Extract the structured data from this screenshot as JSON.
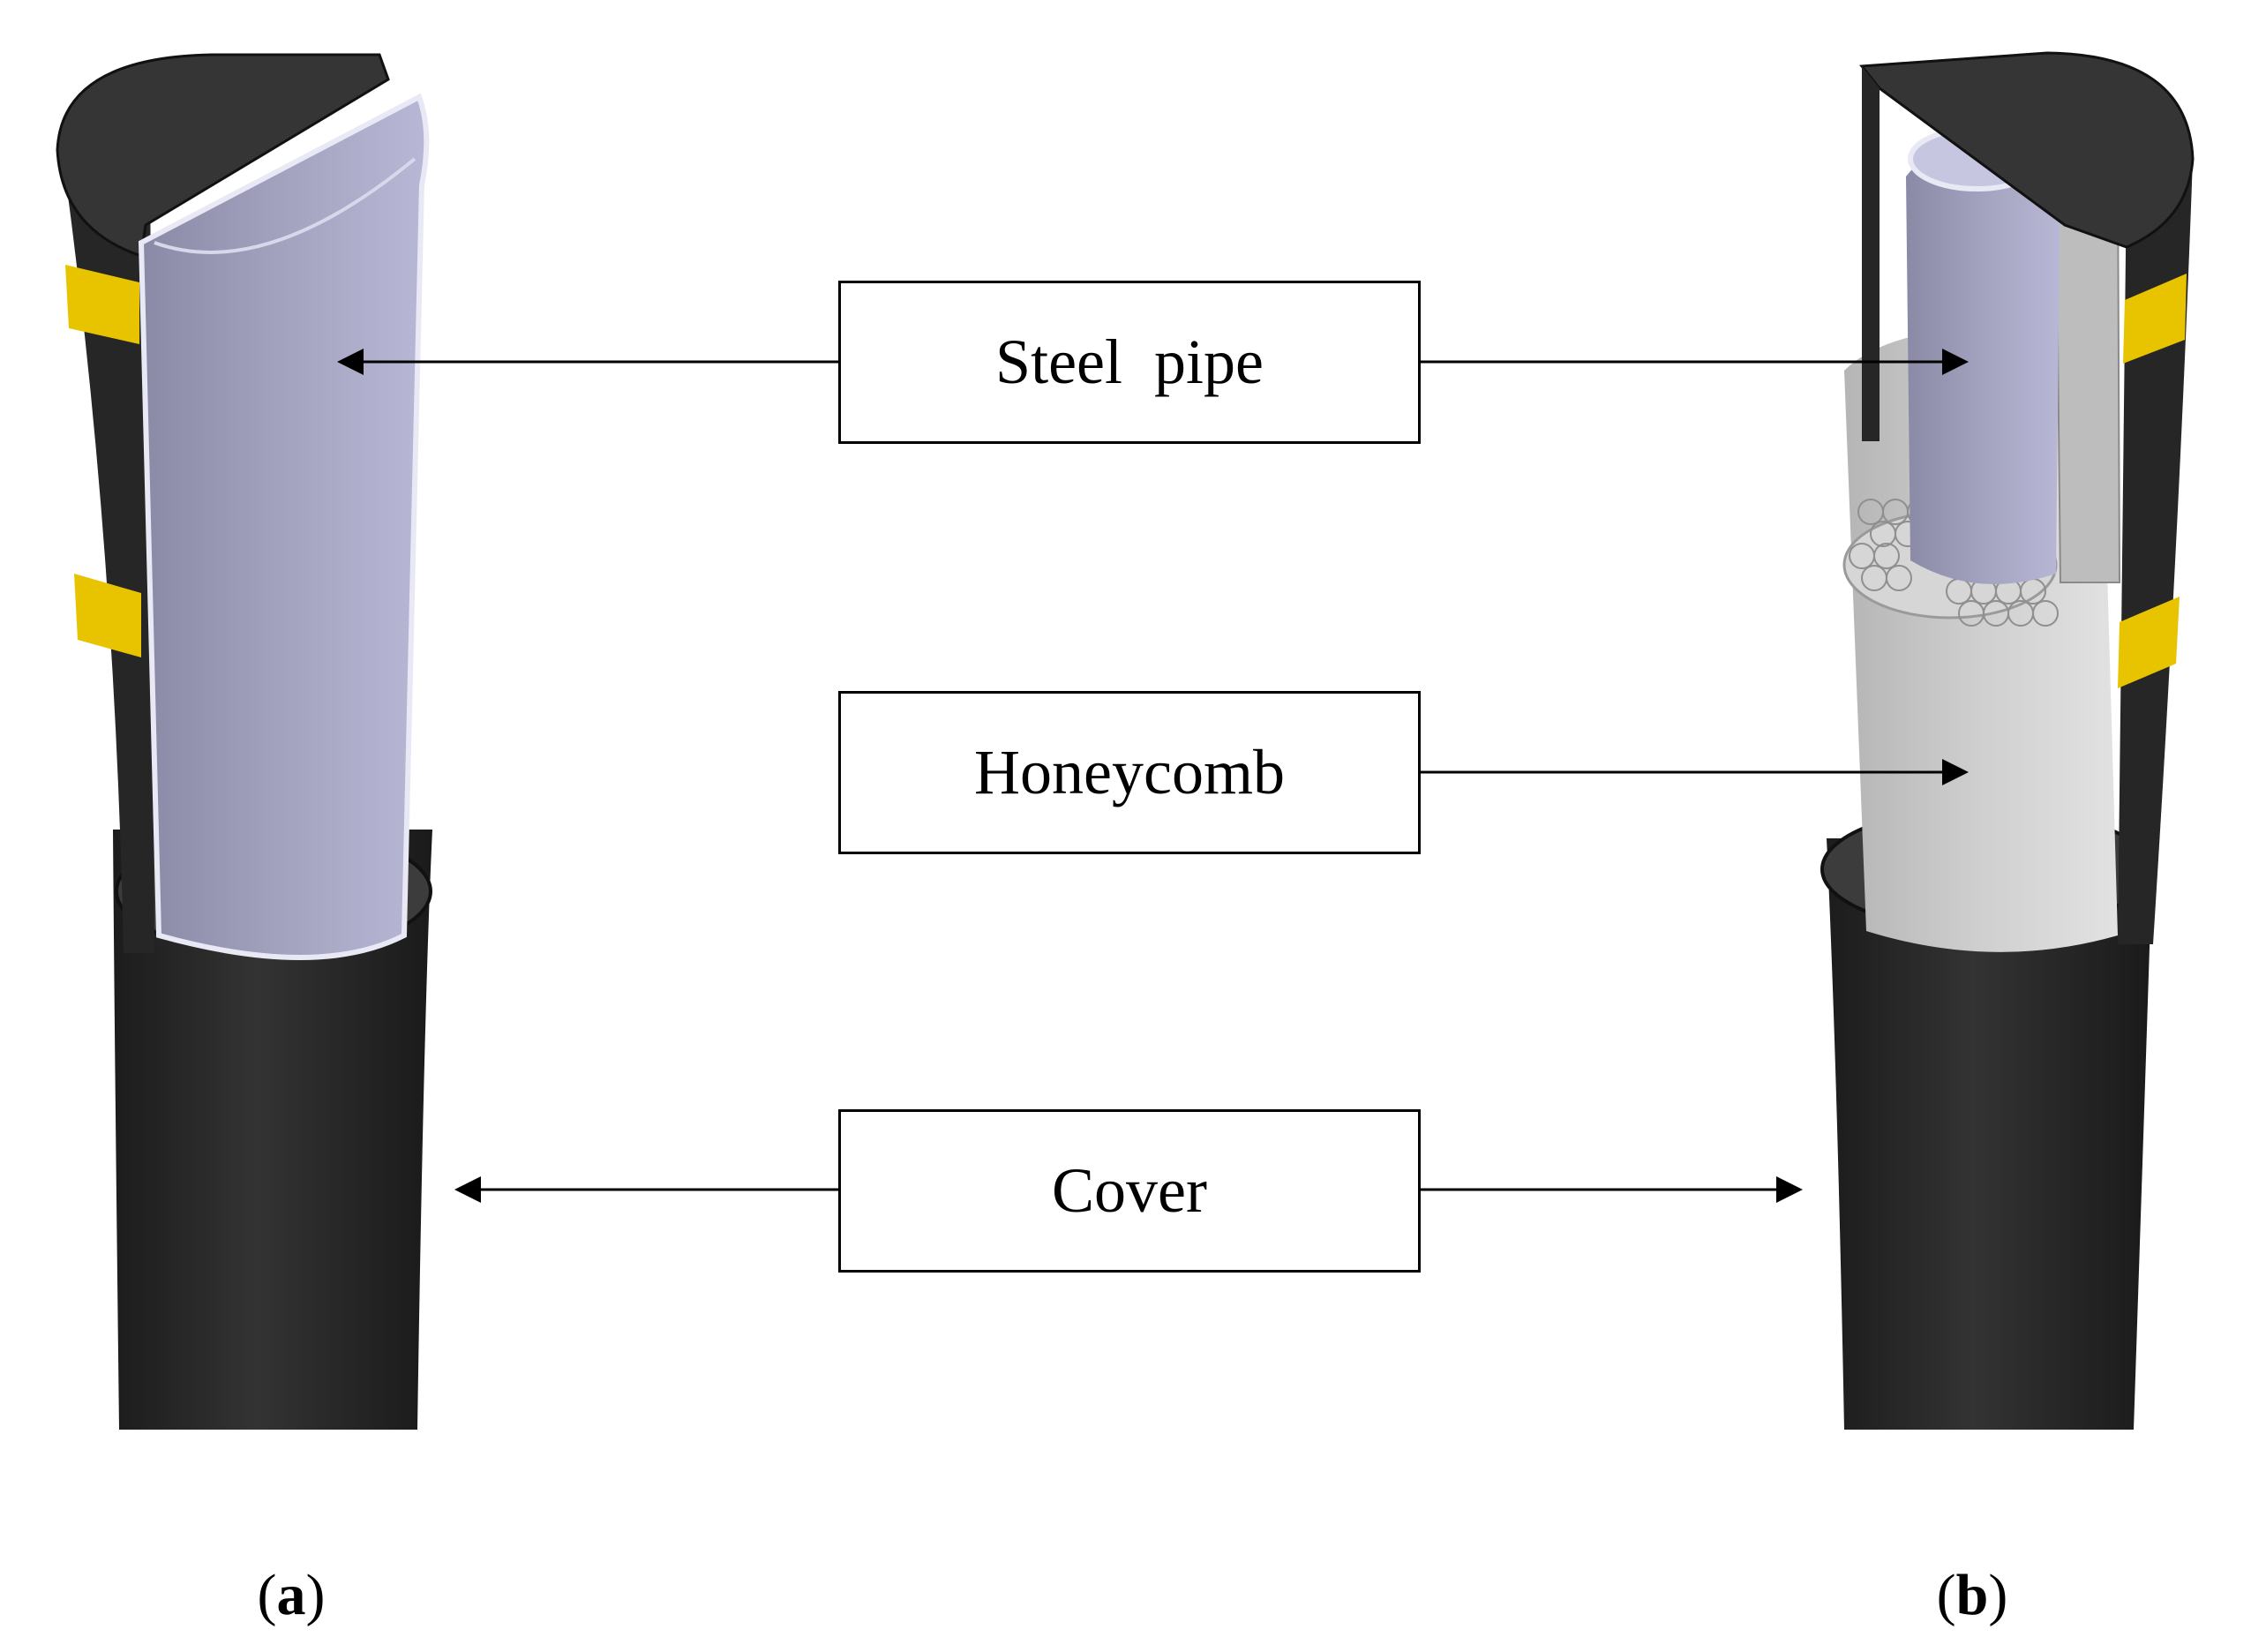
{
  "labels": {
    "steel_pipe": "Steel  pipe",
    "honeycomb": "Honeycomb",
    "cover": "Cover"
  },
  "captions": {
    "a_open": "(",
    "a_letter": "a",
    "a_close": ")",
    "b_open": "(",
    "b_letter": "b",
    "b_close": ")"
  },
  "colors": {
    "cover": "#2b2b2b",
    "cap": "#3a3a3a",
    "steel_pipe": "#9d9dbb",
    "honeycomb": "#c4c4c4",
    "reflective_stripe": "#e8c400"
  }
}
